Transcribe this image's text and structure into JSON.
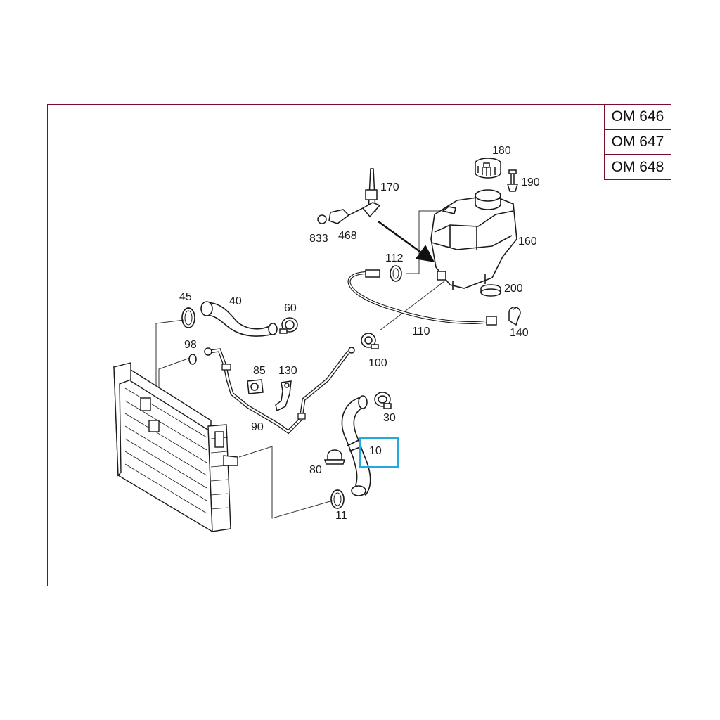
{
  "models": [
    "OM 646",
    "OM 647",
    "OM 648"
  ],
  "parts": {
    "p180": "180",
    "p190": "190",
    "p170": "170",
    "p160": "160",
    "p833": "833",
    "p468": "468",
    "p112": "112",
    "p200": "200",
    "p45": "45",
    "p40": "40",
    "p60": "60",
    "p110": "110",
    "p140": "140",
    "p98": "98",
    "p100": "100",
    "p85": "85",
    "p130": "130",
    "p30": "30",
    "p90": "90",
    "p10": "10",
    "p80": "80",
    "p11": "11"
  },
  "highlighted_part": "10",
  "colors": {
    "frame": "#7a0e2a",
    "highlight": "#27a7e0",
    "ink": "#1a1a1a"
  }
}
